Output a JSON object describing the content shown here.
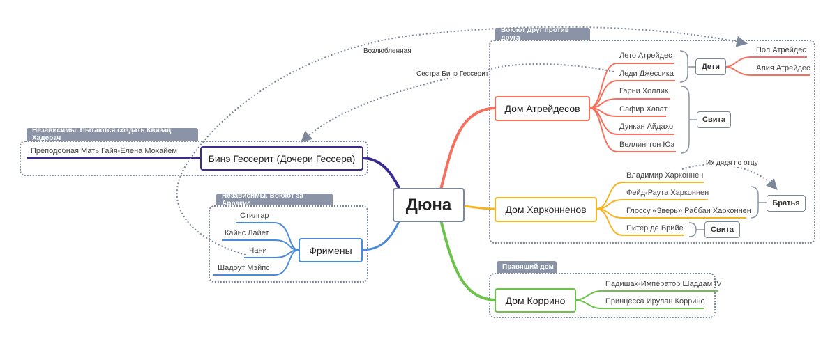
{
  "center": "Дюна",
  "colors": {
    "atreides": "#f7705e",
    "harkonnen": "#f5b423",
    "corrino": "#6cc24a",
    "bene": "#3a2b8f",
    "fremen": "#4a8bdb",
    "group": "#7d879a"
  },
  "groups": {
    "war": "Воюют друг против друга",
    "ruling": "Правящий дом",
    "bene": "Независимы. Пытаются создать Квизац Хадерач",
    "fremen": "Независимы. Воюют за Арракис"
  },
  "atreides": {
    "title": "Дом Атрейдесов",
    "members": [
      "Лето Атрейдес",
      "Леди Джессика",
      "Гарни Холлик",
      "Сафир Хават",
      "Дункан Айдахо",
      "Веллингтон Юэ"
    ],
    "children_label": "Дети",
    "children": [
      "Пол Атрейдес",
      "Алия Атрейдес"
    ],
    "retinue_label": "Свита"
  },
  "harkonnen": {
    "title": "Дом Харконненов",
    "members": [
      "Владимир Харконнен",
      "Фейд-Раута Харконнен",
      "Глоссу «Зверь» Раббан Харконнен",
      "Питер де Врийе"
    ],
    "brothers_label": "Братья",
    "retinue_label": "Свита"
  },
  "corrino": {
    "title": "Дом Коррино",
    "members": [
      "Падишах-Император Шаддам IV",
      "Принцесса Ирулан Коррино"
    ]
  },
  "bene": {
    "title": "Бинэ Гессерит (Дочери Гессера)",
    "members": [
      "Преподобная Мать Гайя-Елена Мохайем"
    ]
  },
  "fremen": {
    "title": "Фримены",
    "members": [
      "Стилгар",
      "Кайнс Лайет",
      "Чани",
      "Шадоут Мэйпс"
    ]
  },
  "relations": {
    "beloved": "Возлюбленная",
    "sister": "Сестра Бинэ Гессерит",
    "uncle": "Их дядя по отцу"
  }
}
